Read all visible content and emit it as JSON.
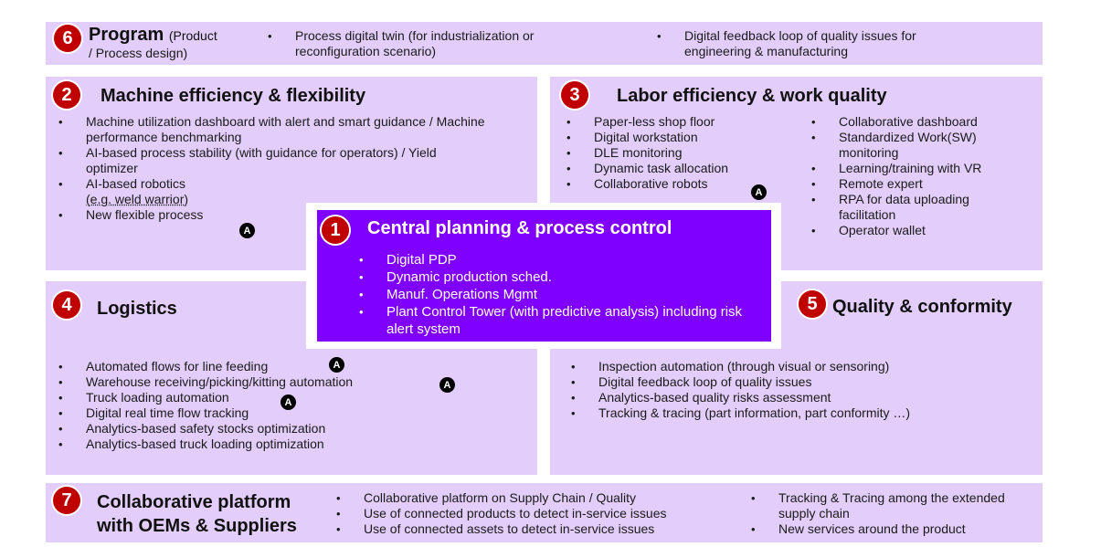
{
  "program": {
    "number": "6",
    "title": "Program",
    "subtitle": "(Product",
    "subtitle2": "/ Process design)",
    "items_a": [
      "Process digital twin (for industrialization or reconfiguration scenario)"
    ],
    "items_b": [
      "Digital feedback loop of quality issues for engineering & manufacturing"
    ]
  },
  "machine": {
    "number": "2",
    "title": "Machine efficiency & flexibility",
    "items": [
      "Machine utilization dashboard with alert and smart guidance / Machine performance benchmarking",
      "AI-based process stability (with guidance for operators) / Yield optimizer",
      "AI-based robotics",
      "New flexible process"
    ],
    "robotics_note": "(e.g. weld warrior)"
  },
  "labor": {
    "number": "3",
    "title": "Labor efficiency & work quality",
    "items_a": [
      "Paper-less shop floor",
      "Digital workstation",
      "DLE monitoring",
      "Dynamic task allocation",
      "Collaborative robots"
    ],
    "items_b": [
      "Collaborative dashboard",
      "Standardized Work(SW) monitoring",
      "Learning/training with VR",
      "Remote expert",
      "RPA for data uploading facilitation",
      "Operator wallet"
    ]
  },
  "central": {
    "number": "1",
    "title": "Central planning & process control",
    "items": [
      "Digital PDP",
      "Dynamic production sched.",
      "Manuf. Operations Mgmt",
      "Plant Control Tower (with predictive analysis) including risk alert system"
    ]
  },
  "logistics": {
    "number": "4",
    "title": "Logistics",
    "items": [
      "Automated flows for line feeding",
      "Warehouse receiving/picking/kitting automation",
      "Truck loading automation",
      "Digital real time flow tracking",
      "Analytics-based safety stocks optimization",
      "Analytics-based truck loading optimization"
    ]
  },
  "quality": {
    "number": "5",
    "title": "Quality & conformity",
    "items": [
      "Inspection automation (through visual or sensoring)",
      "Digital feedback loop of quality issues",
      "Analytics-based quality risks assessment",
      "Tracking & tracing (part information, part conformity …)"
    ]
  },
  "collab": {
    "number": "7",
    "title_line1": "Collaborative platform",
    "title_line2": "with OEMs & Suppliers",
    "items_a": [
      "Collaborative platform on Supply Chain / Quality",
      "Use of connected products to detect in-service issues",
      "Use of connected assets to detect in-service issues"
    ],
    "items_b": [
      "Tracking & Tracing among the extended supply chain",
      "New services around the product"
    ]
  },
  "marker_letter": "A",
  "colors": {
    "panel": "#e3cdfa",
    "central": "#7f00ff",
    "badge": "#c00000"
  }
}
